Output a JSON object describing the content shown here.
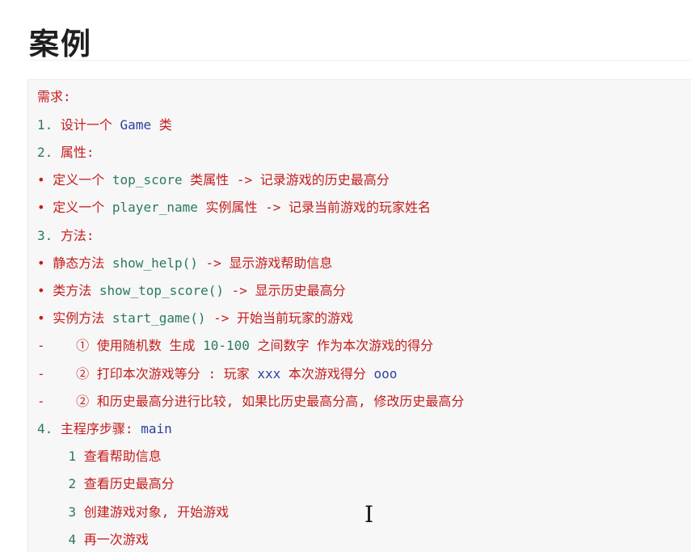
{
  "heading": "案例",
  "lines": [
    [
      "需求:"
    ],
    [
      "1. ",
      "设计一个 ",
      "Game",
      " 类"
    ],
    [
      "2. ",
      "属性:"
    ],
    [
      "• ",
      "定义一个 ",
      "top_score",
      " 类属性 -> 记录游戏的历史最高分"
    ],
    [
      "• ",
      "定义一个 ",
      "player_name",
      " 实例属性 -> 记录当前游戏的玩家姓名"
    ],
    [
      "3. ",
      "方法:"
    ],
    [
      "• ",
      "静态方法 ",
      "show_help()",
      " -> 显示游戏帮助信息"
    ],
    [
      "• ",
      "类方法 ",
      "show_top_score()",
      " -> 显示历史最高分"
    ],
    [
      "• ",
      "实例方法 ",
      "start_game()",
      " -> 开始当前玩家的游戏"
    ],
    [
      "-    ",
      "① 使用随机数 生成 ",
      "10-100",
      " 之间数字 作为本次游戏的得分"
    ],
    [
      "-    ",
      "② 打印本次游戏等分 : 玩家 ",
      "xxx",
      " 本次游戏得分 ",
      "ooo"
    ],
    [
      "-    ",
      "② 和历史最高分进行比较, 如果比历史最高分高, 修改历史最高分"
    ],
    [
      "4. ",
      "主程序步骤: ",
      "main"
    ],
    [
      "    1 ",
      "查看帮助信息"
    ],
    [
      "    2 ",
      "查看历史最高分"
    ],
    [
      "    3 ",
      "创建游戏对象, 开始游戏"
    ],
    [
      "    4 ",
      "再一次游戏"
    ]
  ]
}
